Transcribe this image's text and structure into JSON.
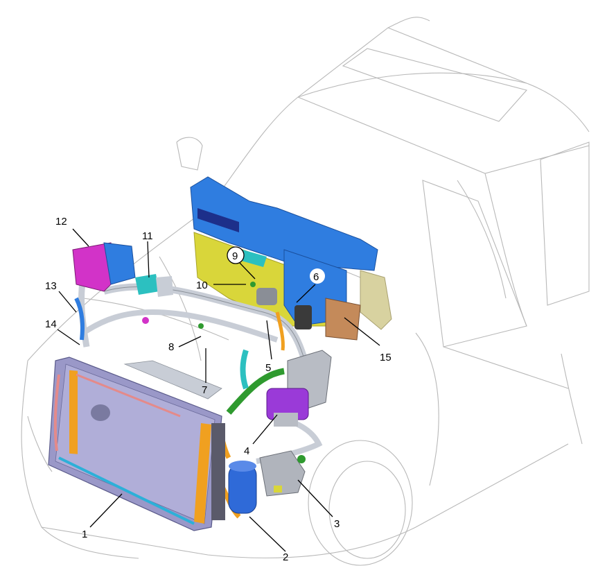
{
  "callouts": [
    {
      "id": "1",
      "text": "1"
    },
    {
      "id": "2",
      "text": "2"
    },
    {
      "id": "3",
      "text": "3"
    },
    {
      "id": "4",
      "text": "4"
    },
    {
      "id": "5",
      "text": "5"
    },
    {
      "id": "6",
      "text": "6"
    },
    {
      "id": "7",
      "text": "7"
    },
    {
      "id": "8",
      "text": "8"
    },
    {
      "id": "9",
      "text": "9"
    },
    {
      "id": "10",
      "text": "10"
    },
    {
      "id": "11",
      "text": "11"
    },
    {
      "id": "12",
      "text": "12"
    },
    {
      "id": "13",
      "text": "13"
    },
    {
      "id": "14",
      "text": "14"
    },
    {
      "id": "15",
      "text": "15"
    }
  ],
  "colors": {
    "car_outline": "#b8b8b8",
    "hvac_blue": "#2f7de0",
    "hvac_yellow": "#d9d63a",
    "condenser": "#9a98c8",
    "pipe_silver": "#c8cdd6",
    "hose_green": "#2f9a2f",
    "hose_cyan": "#2cc0c0",
    "magenta": "#d233c8",
    "orange": "#f0a020",
    "leader": "#000000"
  }
}
